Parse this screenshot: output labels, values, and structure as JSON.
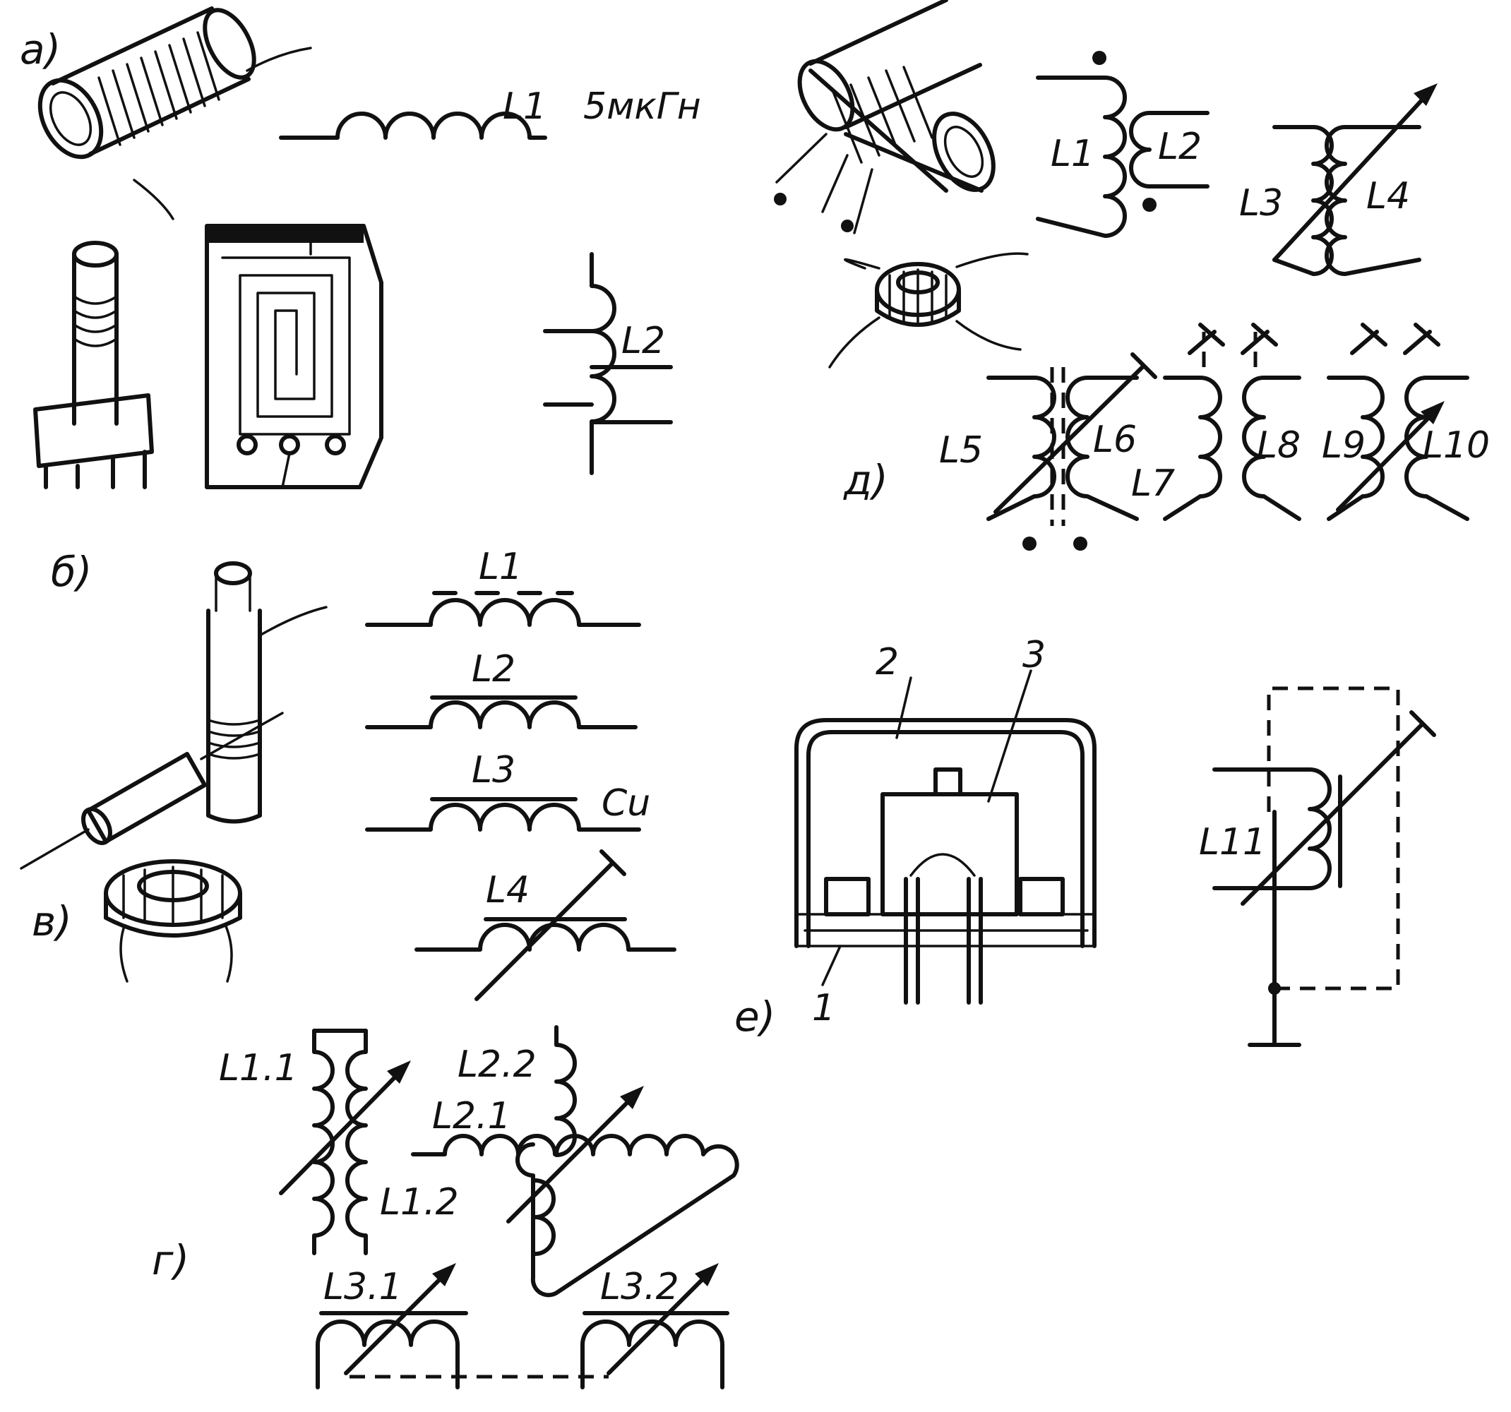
{
  "section_labels": {
    "a": "а)",
    "b": "б)",
    "v": "в)",
    "g": "г)",
    "d": "д)",
    "e": "е)"
  },
  "labels_a": {
    "L1": "L1",
    "L1_value": "5мкГн",
    "L2": "L2"
  },
  "labels_b": {
    "L1": "L1",
    "L2": "L2",
    "L3": "L3",
    "L3_material": "Cu",
    "L4": "L4"
  },
  "labels_g": {
    "L1_1": "L1.1",
    "L1_2": "L1.2",
    "L2_1": "L2.1",
    "L2_2": "L2.2",
    "L3_1": "L3.1",
    "L3_2": "L3.2"
  },
  "labels_d": {
    "L1": "L1",
    "L2": "L2",
    "L3": "L3",
    "L4": "L4",
    "L5": "L5",
    "L6": "L6",
    "L7": "L7",
    "L8": "L8",
    "L9": "L9",
    "L10": "L10"
  },
  "labels_e": {
    "callout_1": "1",
    "callout_2": "2",
    "callout_3": "3",
    "L11": "L11"
  }
}
